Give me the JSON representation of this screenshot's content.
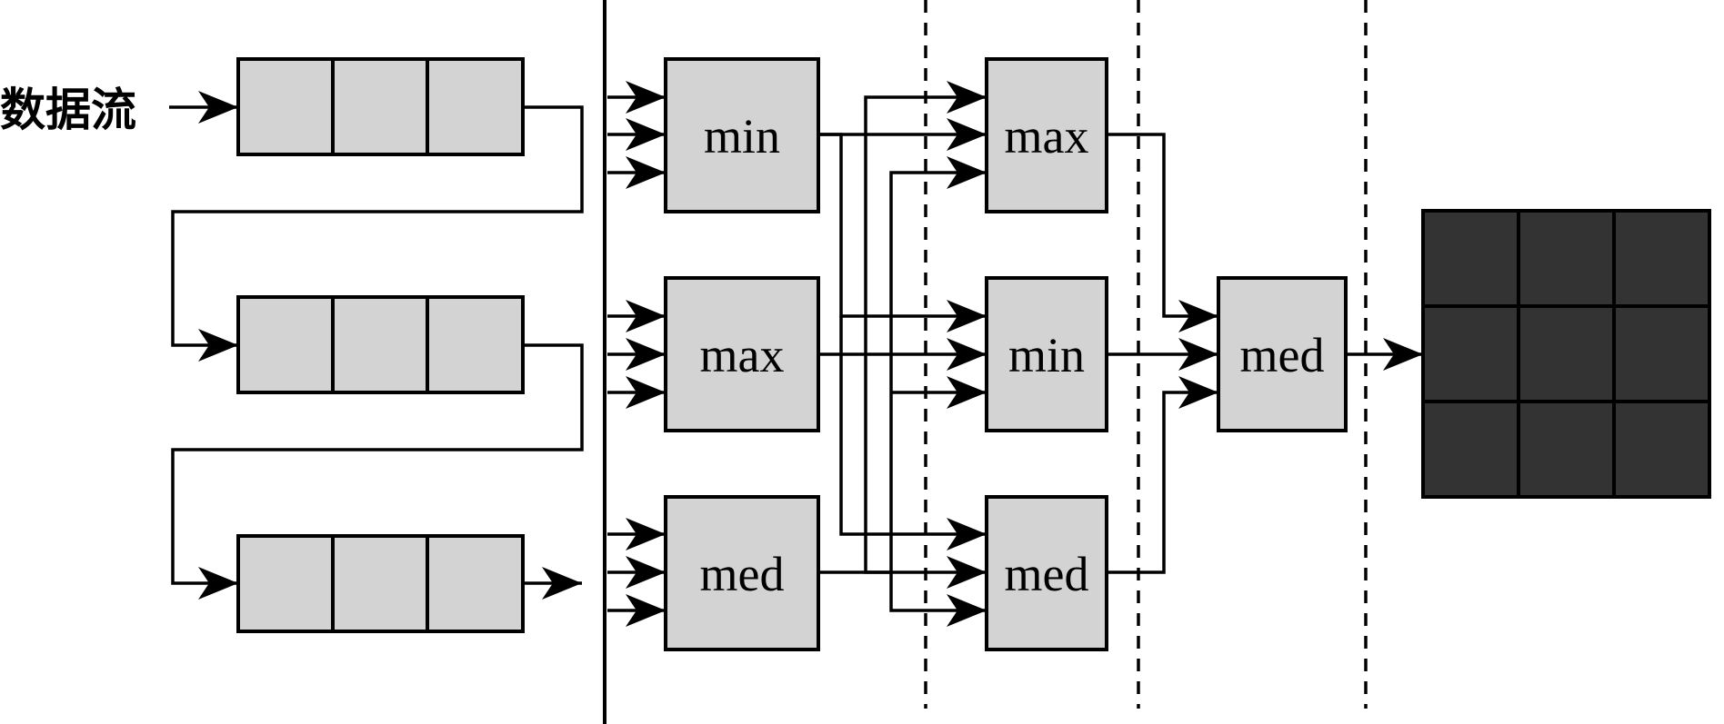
{
  "input": {
    "label": "数据流"
  },
  "stage1": {
    "nodes": [
      {
        "id": "s1-top",
        "label": "min"
      },
      {
        "id": "s1-mid",
        "label": "max"
      },
      {
        "id": "s1-bot",
        "label": "med"
      }
    ]
  },
  "stage2": {
    "nodes": [
      {
        "id": "s2-top",
        "label": "max"
      },
      {
        "id": "s2-mid",
        "label": "min"
      },
      {
        "id": "s2-bot",
        "label": "med"
      }
    ]
  },
  "stage3": {
    "nodes": [
      {
        "id": "s3",
        "label": "med"
      }
    ]
  },
  "colors": {
    "box_fill": "#d3d3d3",
    "output_fill": "#333333",
    "line": "#000000"
  }
}
